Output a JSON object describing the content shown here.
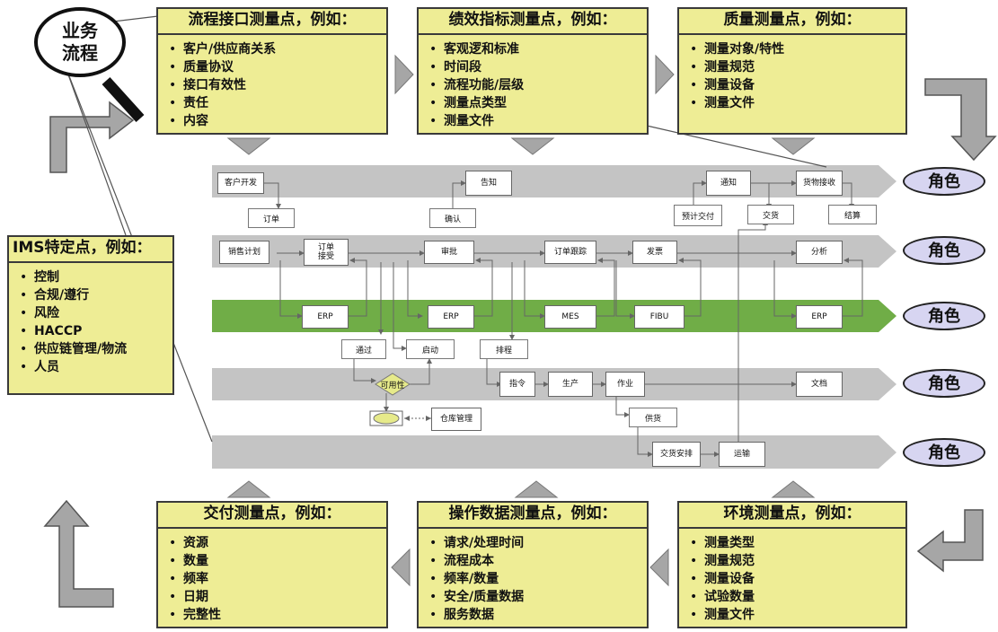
{
  "magnifier_label": [
    "业务",
    "流程"
  ],
  "panels": {
    "interface": {
      "title": "流程接口测量点，例如：",
      "items": [
        "客户/供应商关系",
        "质量协议",
        "接口有效性",
        "责任",
        "内容"
      ]
    },
    "performance": {
      "title": "绩效指标测量点，例如：",
      "items": [
        "客观逻和标准",
        "时间段",
        "流程功能/层级",
        "测量点类型",
        "测量文件"
      ]
    },
    "quality": {
      "title": "质量测量点，例如：",
      "items": [
        "测量对象/特性",
        "测量规范",
        "测量设备",
        "测量文件"
      ]
    },
    "ims": {
      "title": "IMS特定点，例如：",
      "items": [
        "控制",
        "合规/遵行",
        "风险",
        "HACCP",
        "供应链管理/物流",
        "人员"
      ]
    },
    "delivery": {
      "title": "交付测量点，例如：",
      "items": [
        "资源",
        "数量",
        "频率",
        "日期",
        "完整性"
      ]
    },
    "operation": {
      "title": "操作数据测量点，例如：",
      "items": [
        "请求/处理时间",
        "流程成本",
        "频率/数量",
        "安全/质量数据",
        "服务数据"
      ]
    },
    "environment": {
      "title": "环境测量点，例如：",
      "items": [
        "测量类型",
        "测量规范",
        "测量设备",
        "试验数量",
        "测量文件"
      ]
    }
  },
  "roles": [
    "角色",
    "角色",
    "角色",
    "角色",
    "角色"
  ],
  "nodes": {
    "cust_dev": "客户开发",
    "notify_tell": "告知",
    "notice": "通知",
    "goods_receipt": "货物接收",
    "sales_plan": "销售计划",
    "order_accept": "订单\n接受",
    "approve": "审批",
    "order_track": "订单跟踪",
    "invoice": "发票",
    "analysis": "分析",
    "erp1": "ERP",
    "erp2": "ERP",
    "mes": "MES",
    "fibu": "FIBU",
    "erp3": "ERP",
    "instruction": "指令",
    "production": "生产",
    "operation": "作业",
    "archive": "文档",
    "warehouse": "仓库管理",
    "delivery_plan": "交货安排",
    "transport": "运输",
    "availability": "可用性"
  },
  "documents": {
    "order": "订单",
    "confirm": "确认",
    "planned_delivery": "预计交付",
    "delivery": "交货",
    "settlement": "结算",
    "pass": "通过",
    "start": "启动",
    "schedule": "排程",
    "supply": "供货"
  },
  "colors": {
    "panel_fill": "#eeed95",
    "lane_gray": "#c4c4c4",
    "lane_green": "#70ad47",
    "role_fill": "#d7d5f1"
  }
}
